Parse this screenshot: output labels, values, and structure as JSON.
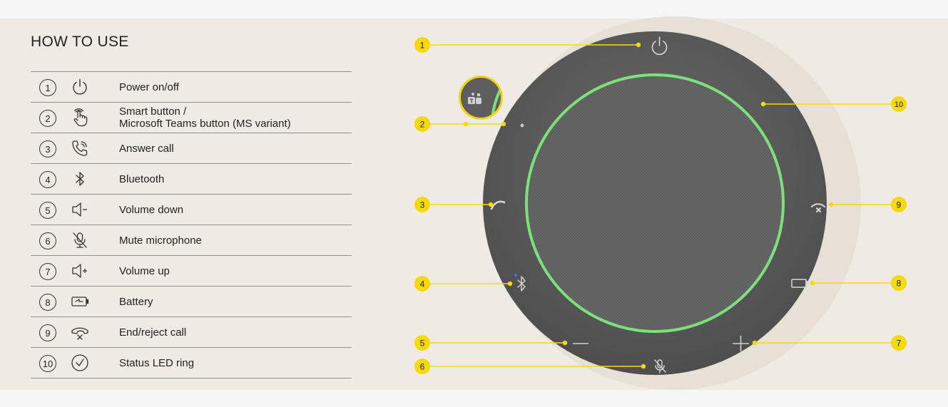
{
  "title": "HOW TO USE",
  "legend": [
    {
      "num": "1",
      "icon": "power-icon",
      "lines": [
        "Power on/off"
      ]
    },
    {
      "num": "2",
      "icon": "smart-button-hand-icon",
      "lines": [
        "Smart button /",
        "Microsoft Teams button (MS variant)"
      ]
    },
    {
      "num": "3",
      "icon": "answer-call-icon",
      "lines": [
        "Answer call"
      ]
    },
    {
      "num": "4",
      "icon": "bluetooth-icon",
      "lines": [
        "Bluetooth"
      ]
    },
    {
      "num": "5",
      "icon": "volume-down-icon",
      "lines": [
        "Volume down"
      ]
    },
    {
      "num": "6",
      "icon": "mute-microphone-icon",
      "lines": [
        "Mute microphone"
      ]
    },
    {
      "num": "7",
      "icon": "volume-up-icon",
      "lines": [
        "Volume up"
      ]
    },
    {
      "num": "8",
      "icon": "battery-icon",
      "lines": [
        "Battery"
      ]
    },
    {
      "num": "9",
      "icon": "end-call-icon",
      "lines": [
        "End/reject call"
      ]
    },
    {
      "num": "10",
      "icon": "status-led-icon",
      "lines": [
        "Status LED ring"
      ]
    }
  ],
  "callouts": [
    "1",
    "2",
    "3",
    "4",
    "5",
    "6",
    "7",
    "8",
    "9",
    "10"
  ],
  "colors": {
    "panel": "#efebe4",
    "callout": "#f5d90a",
    "device": "#5f5f5f",
    "led_ring": "#7be27b",
    "grille": "#6b6b6b"
  }
}
